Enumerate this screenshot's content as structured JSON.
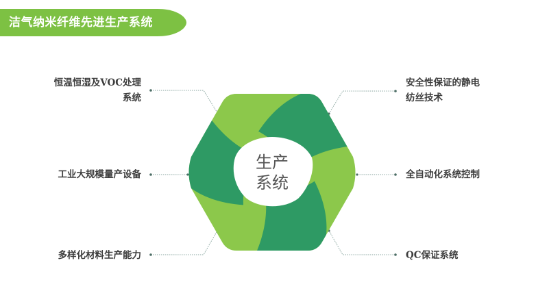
{
  "title": "洁气纳米纤维先进生产系统",
  "center": {
    "line1": "生产",
    "line2": "系统"
  },
  "features": {
    "top_left": {
      "line1": "恒温恒湿及VOC处理",
      "line2": "系统"
    },
    "middle_left": {
      "line1": "工业大规模量产设备"
    },
    "bottom_left": {
      "line1": "多样化材料生产能力"
    },
    "top_right": {
      "line1": "安全性保证的静电",
      "line2": "纺丝技术"
    },
    "middle_right": {
      "line1": "全自动化系统控制"
    },
    "bottom_right": {
      "line1": "QC保证系统"
    }
  },
  "colors": {
    "banner": "#7dc143",
    "light_green": "#8cc84b",
    "dark_green": "#2e9a64",
    "connector": "#8aa6a0",
    "label_text": "#3d3d3d",
    "center_text": "#555555"
  }
}
